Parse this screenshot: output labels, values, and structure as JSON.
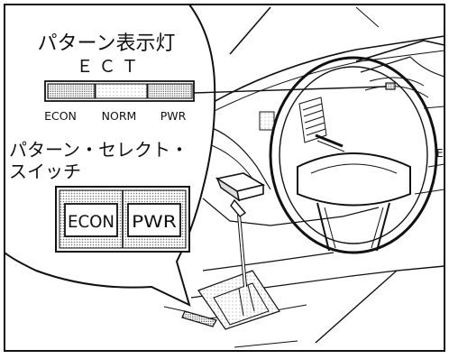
{
  "indicator_callout": {
    "title": "パターン表示灯",
    "subtitle": "ＥＣＴ",
    "labels": [
      "ECON",
      "NORM",
      "PWR"
    ]
  },
  "switch_callout": {
    "title_line1": "パターン・セレクト・",
    "title_line2": "スイッチ",
    "buttons": [
      "ECON",
      "PWR"
    ]
  },
  "colors": {
    "line": "#111111",
    "screen_dot": "#8a8a8a"
  }
}
